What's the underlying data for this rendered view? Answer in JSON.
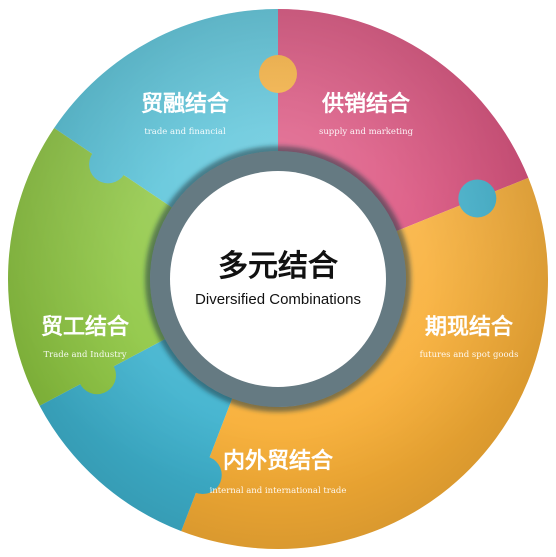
{
  "center": {
    "title": "多元结合",
    "subtitle": "Diversified Combinations"
  },
  "segments": [
    {
      "title": "贸融结合",
      "subtitle": "trade and financial",
      "color": "#D94A78"
    },
    {
      "title": "供销结合",
      "subtitle": "supply and marketing",
      "color": "#F8AE35"
    },
    {
      "title": "期现结合",
      "subtitle": "futures and spot goods",
      "color": "#3EB2CE"
    },
    {
      "title": "内外贸结合",
      "subtitle": "internal and international trade",
      "color": "#8DC640"
    },
    {
      "title": "贸工结合",
      "subtitle": "Trade and Industry",
      "color": "#52C1D8"
    }
  ]
}
